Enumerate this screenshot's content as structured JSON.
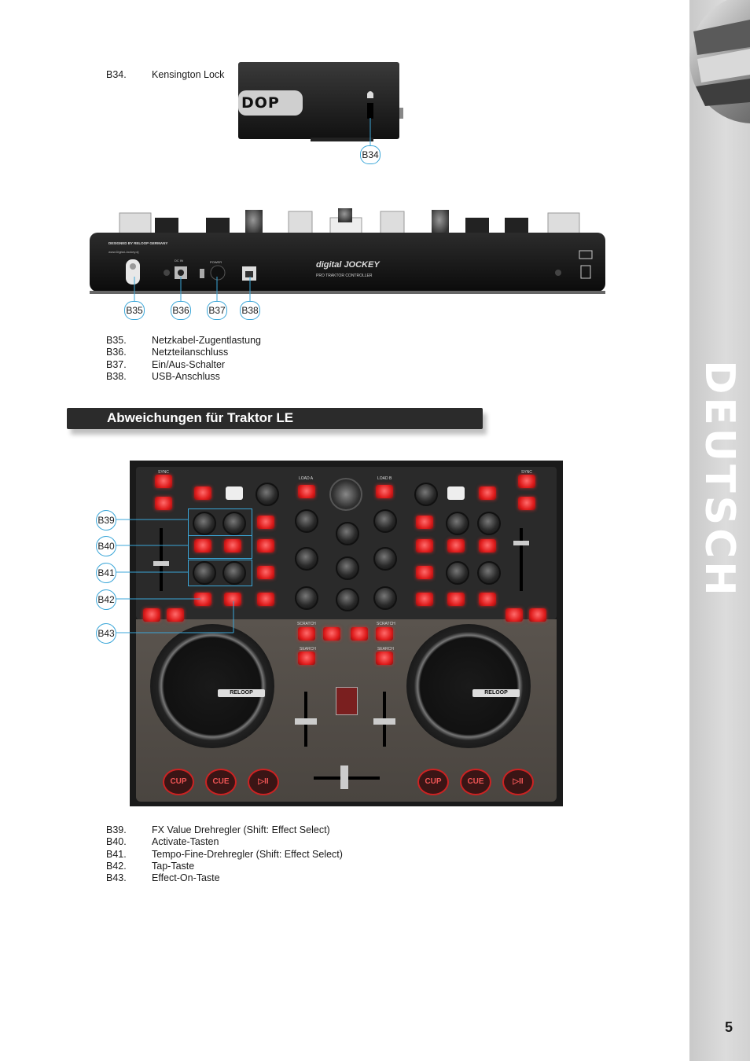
{
  "section1": {
    "items": [
      {
        "num": "B34.",
        "label": "Kensington Lock"
      }
    ],
    "callout": "B34",
    "logo_text": "DOP"
  },
  "section2": {
    "callouts": [
      "B35",
      "B36",
      "B37",
      "B38"
    ],
    "panel_text": {
      "designed": "DESIGNED BY RELOOP GERMANY",
      "url": "www.Digital-Jockey.dj",
      "dc_in": "DC IN",
      "power": "POWER",
      "brand": "digital JOCKEY",
      "sub": "PRO TRAKTOR CONTROLLER"
    },
    "items": [
      {
        "num": "B35.",
        "label": "Netzkabel-Zugentlastung"
      },
      {
        "num": "B36.",
        "label": "Netzteilanschluss"
      },
      {
        "num": "B37.",
        "label": "Ein/Aus-Schalter"
      },
      {
        "num": "B38.",
        "label": "USB-Anschluss"
      }
    ]
  },
  "section3": {
    "heading": "Abweichungen für Traktor LE",
    "callouts": [
      "B39",
      "B40",
      "B41",
      "B42",
      "B43"
    ],
    "controller_text": {
      "sync": "SYNC",
      "load_a": "LOAD A",
      "load_b": "LOAD B",
      "scratch": "SCRATCH",
      "search": "SEARCH",
      "cup": "CUP",
      "cue": "CUE",
      "play": "▷II",
      "brand": "RELOOP"
    },
    "items": [
      {
        "num": "B39.",
        "label": "FX Value Drehregler (Shift: Effect Select)"
      },
      {
        "num": "B40.",
        "label": "Activate-Tasten"
      },
      {
        "num": "B41.",
        "label": "Tempo-Fine-Drehregler (Shift: Effect Select)"
      },
      {
        "num": "B42.",
        "label": "Tap-Taste"
      },
      {
        "num": "B43.",
        "label": "Effect-On-Taste"
      }
    ]
  },
  "sidebar": {
    "title": "DEUTSCH"
  },
  "page_number": "5",
  "colors": {
    "callout": "#3aa6d8",
    "banner": "#2b2b2b",
    "sidebar": "#d0d0d0",
    "led": "#e01d1d"
  }
}
